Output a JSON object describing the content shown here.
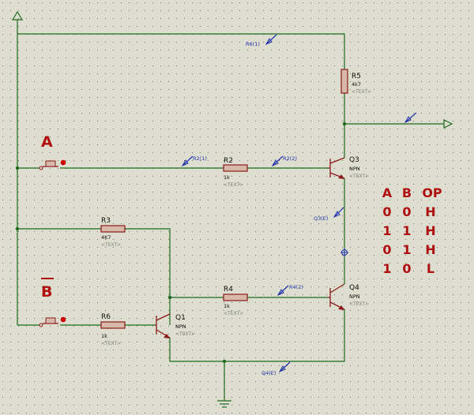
{
  "colors": {
    "background": "#ddddd0",
    "grid_dot": "#6f7260",
    "wire": "#1e6b1e",
    "component": "#8b1a1a",
    "component_fill": "#d8b8a8",
    "probe": "#2233aa",
    "title": "#b01010",
    "dim_text": "#808080",
    "text": "#111111"
  },
  "inputs": {
    "a_label": "A",
    "b_label": "B"
  },
  "resistors": [
    {
      "id": "R5",
      "name": "R5",
      "value": "4k7",
      "placeholder": "<TEXT>"
    },
    {
      "id": "R2",
      "name": "R2",
      "value": "1k",
      "placeholder": "<TEXT>"
    },
    {
      "id": "R3",
      "name": "R3",
      "value": "4K7",
      "placeholder": "<TEXT>"
    },
    {
      "id": "R4",
      "name": "R4",
      "value": "1k",
      "placeholder": "<TEXT>"
    },
    {
      "id": "R6",
      "name": "R6",
      "value": "1k",
      "placeholder": "<TEXT>"
    }
  ],
  "transistors": [
    {
      "id": "Q3",
      "name": "Q3",
      "type": "NPN",
      "placeholder": "<TEXT>"
    },
    {
      "id": "Q4",
      "name": "Q4",
      "type": "NPN",
      "placeholder": "<TEXT>"
    },
    {
      "id": "Q1",
      "name": "Q1",
      "type": "NPN",
      "placeholder": "<TEXT>"
    }
  ],
  "probes": [
    {
      "id": "R6(1)",
      "label": "R6(1)"
    },
    {
      "id": "R2(1)",
      "label": "R2(1)"
    },
    {
      "id": "R2(2)",
      "label": "R2(2)"
    },
    {
      "id": "Q3(E)",
      "label": "Q3(E)"
    },
    {
      "id": "R4(2)",
      "label": "R4(2)"
    },
    {
      "id": "Q4(E)",
      "label": "Q4(E)"
    }
  ],
  "truth_table": {
    "headers": [
      "A",
      "B",
      "OP"
    ],
    "rows": [
      [
        "0",
        "0",
        "H"
      ],
      [
        "1",
        "1",
        "H"
      ],
      [
        "0",
        "1",
        "H"
      ],
      [
        "1",
        "0",
        "L"
      ]
    ]
  }
}
